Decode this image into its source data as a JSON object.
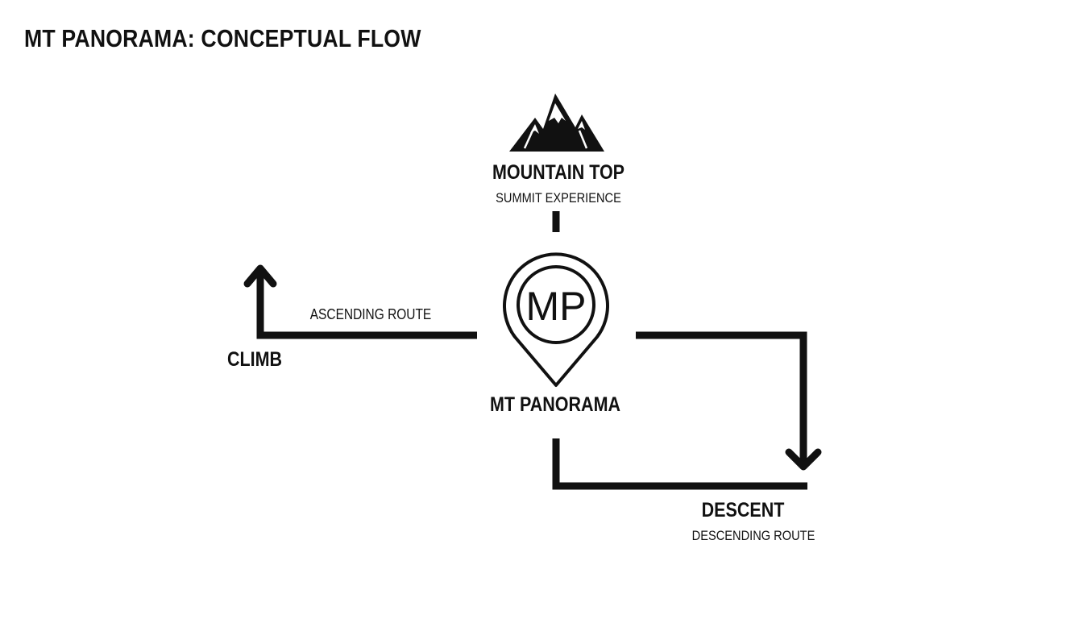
{
  "title": "MT PANORAMA: CONCEPTUAL FLOW",
  "nodes": {
    "top": {
      "label": "MOUNTAIN TOP",
      "sublabel": "SUMMIT EXPERIENCE",
      "icon": "mountain-icon"
    },
    "center": {
      "label": "MT PANORAMA",
      "logo_text": "MP",
      "icon": "map-pin-icon"
    },
    "climb": {
      "label": "CLIMB",
      "route": "ASCENDING ROUTE"
    },
    "descent": {
      "label": "DESCENT",
      "route": "DESCENDING ROUTE"
    }
  },
  "colors": {
    "ink": "#111111",
    "background": "#ffffff"
  }
}
